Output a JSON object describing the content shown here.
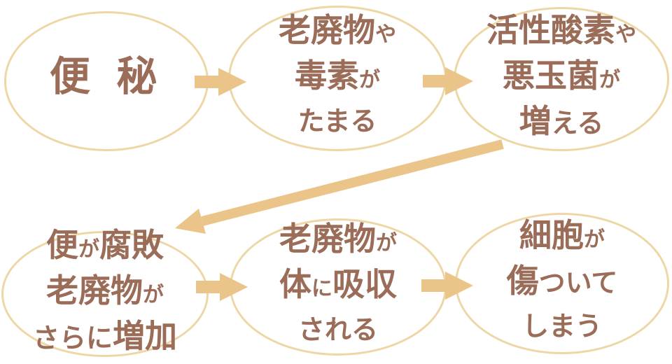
{
  "colors": {
    "ellipse_border": "#eed7a6",
    "arrow": "#eac488",
    "text": "#9b6c58",
    "background": "#ffffff"
  },
  "diagram": {
    "type": "flowchart",
    "topic": "便秘",
    "nodes": [
      {
        "id": "benpi",
        "label": "便 秘",
        "lines": [
          [
            {
              "t": "便 秘"
            }
          ]
        ]
      },
      {
        "id": "waste-toxins-accumulate",
        "label": "老廃物や毒素がたまる",
        "lines": [
          [
            {
              "t": "老廃物"
            },
            {
              "t": "や"
            }
          ],
          [
            {
              "t": "毒素"
            },
            {
              "t": "が"
            }
          ],
          [
            {
              "t": "たまる"
            }
          ]
        ]
      },
      {
        "id": "active-oxygen-bad-bacteria-increase",
        "label": "活性酸素や悪玉菌が増える",
        "lines": [
          [
            {
              "t": "活性酸素"
            },
            {
              "t": "や"
            }
          ],
          [
            {
              "t": "悪玉菌"
            },
            {
              "t": "が"
            }
          ],
          [
            {
              "t": "増"
            },
            {
              "t": "える"
            }
          ]
        ]
      },
      {
        "id": "stool-rots-waste-increases",
        "label": "便が腐敗 老廃物がさらに増加",
        "lines": [
          [
            {
              "t": "便"
            },
            {
              "t": "が"
            },
            {
              "t": "腐敗"
            }
          ],
          [
            {
              "t": "老廃物"
            },
            {
              "t": "が"
            }
          ],
          [
            {
              "t": "さらに"
            },
            {
              "t": "増加"
            }
          ]
        ]
      },
      {
        "id": "waste-absorbed-by-body",
        "label": "老廃物が体に吸収される",
        "lines": [
          [
            {
              "t": "老廃物"
            },
            {
              "t": "が"
            }
          ],
          [
            {
              "t": "体"
            },
            {
              "t": "に"
            },
            {
              "t": "吸収"
            }
          ],
          [
            {
              "t": "される"
            }
          ]
        ]
      },
      {
        "id": "cells-get-damaged",
        "label": "細胞が傷ついてしまう",
        "lines": [
          [
            {
              "t": "細胞"
            },
            {
              "t": "が"
            }
          ],
          [
            {
              "t": "傷"
            },
            {
              "t": "ついて"
            }
          ],
          [
            {
              "t": "しまう"
            }
          ]
        ]
      }
    ],
    "edges": [
      {
        "from": "benpi",
        "to": "waste-toxins-accumulate"
      },
      {
        "from": "waste-toxins-accumulate",
        "to": "active-oxygen-bad-bacteria-increase"
      },
      {
        "from": "active-oxygen-bad-bacteria-increase",
        "to": "stool-rots-waste-increases"
      },
      {
        "from": "stool-rots-waste-increases",
        "to": "waste-absorbed-by-body"
      },
      {
        "from": "waste-absorbed-by-body",
        "to": "cells-get-damaged"
      }
    ]
  }
}
